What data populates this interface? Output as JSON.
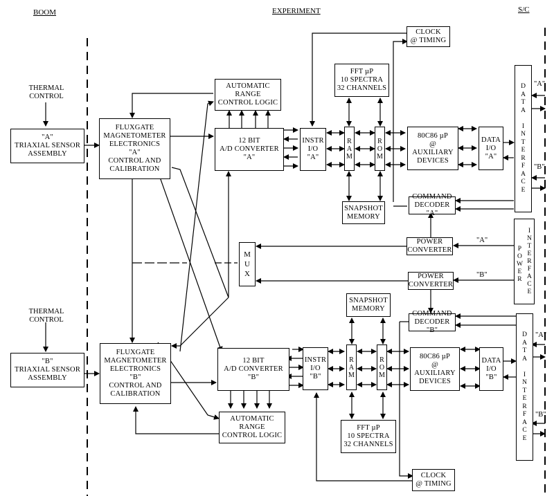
{
  "headers": {
    "boom": "BOOM",
    "experiment": "EXPERIMENT",
    "spacecraft": "S/C"
  },
  "thermal_a": [
    "THERMAL",
    "CONTROL"
  ],
  "thermal_b": [
    "THERMAL",
    "CONTROL"
  ],
  "sensor_a": [
    "\"A\"",
    "TRIAXIAL SENSOR",
    "ASSEMBLY"
  ],
  "sensor_b": [
    "\"B\"",
    "TRIAXIAL SENSOR",
    "ASSEMBLY"
  ],
  "fluxgate_a": [
    "FLUXGATE",
    "MAGNETOMETER",
    "ELECTRONICS",
    "\"A\"",
    "CONTROL AND",
    "CALIBRATION"
  ],
  "fluxgate_b": [
    "FLUXGATE",
    "MAGNETOMETER",
    "ELECTRONICS",
    "\"B\"",
    "CONTROL AND",
    "CALIBRATION"
  ],
  "range_a": [
    "AUTOMATIC",
    "RANGE",
    "CONTROL LOGIC"
  ],
  "range_b": [
    "AUTOMATIC",
    "RANGE",
    "CONTROL LOGIC"
  ],
  "adc_a": [
    "12 BIT",
    "A/D CONVERTER",
    "\"A\""
  ],
  "adc_b": [
    "12 BIT",
    "A/D CONVERTER",
    "\"B\""
  ],
  "instr_a": [
    "INSTR",
    "I/O",
    "\"A\""
  ],
  "instr_b": [
    "INSTR",
    "I/O",
    "\"B\""
  ],
  "ram": [
    "R",
    "A",
    "M"
  ],
  "rom": [
    "R",
    "O",
    "M"
  ],
  "fft_a": [
    "FFT µP",
    "10 SPECTRA",
    "32 CHANNELS"
  ],
  "fft_b": [
    "FFT µP",
    "10 SPECTRA",
    "32 CHANNELS"
  ],
  "snapshot_a": [
    "SNAPSHOT",
    "MEMORY"
  ],
  "snapshot_b": [
    "SNAPSHOT",
    "MEMORY"
  ],
  "clock_a": [
    "CLOCK",
    "@ TIMING"
  ],
  "clock_b": [
    "CLOCK",
    "@ TIMING"
  ],
  "cpu_a": [
    "80C86 µP",
    "@",
    "AUXILIARY",
    "DEVICES"
  ],
  "cpu_b": [
    "80C86 µP",
    "@",
    "AUXILIARY",
    "DEVICES"
  ],
  "dataio_a": [
    "DATA",
    "I/O",
    "\"A\""
  ],
  "dataio_b": [
    "DATA",
    "I/O",
    "\"B\""
  ],
  "cmd_a": [
    "COMMAND",
    "DECODER \"A\""
  ],
  "cmd_b": [
    "COMMAND",
    "DECODER \"B\""
  ],
  "power_conv_a": [
    "POWER",
    "CONVERTER"
  ],
  "power_conv_b": [
    "POWER",
    "CONVERTER"
  ],
  "mux": [
    "M",
    "U",
    "X"
  ],
  "data_interface": [
    "D",
    "A",
    "T",
    "A",
    " ",
    "I",
    "N",
    "T",
    "E",
    "R",
    "F",
    "A",
    "C",
    "E"
  ],
  "power_interface_left": [
    "P",
    "O",
    "W",
    "E",
    "R"
  ],
  "power_interface_right": [
    "I",
    "N",
    "T",
    "E",
    "R",
    "F",
    "A",
    "C",
    "E"
  ],
  "labels": {
    "a": "\"A\"",
    "b": "\"B\""
  }
}
